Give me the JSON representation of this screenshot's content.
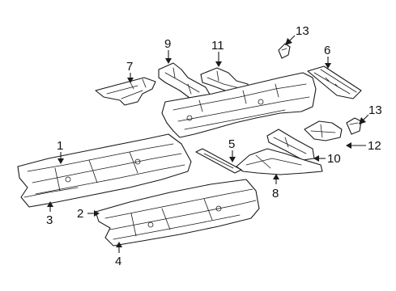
{
  "callouts": [
    {
      "id": "1",
      "label": "1"
    },
    {
      "id": "2",
      "label": "2"
    },
    {
      "id": "3",
      "label": "3"
    },
    {
      "id": "4",
      "label": "4"
    },
    {
      "id": "5",
      "label": "5"
    },
    {
      "id": "6",
      "label": "6"
    },
    {
      "id": "7",
      "label": "7"
    },
    {
      "id": "8",
      "label": "8"
    },
    {
      "id": "9",
      "label": "9"
    },
    {
      "id": "10",
      "label": "10"
    },
    {
      "id": "11",
      "label": "11"
    },
    {
      "id": "12",
      "label": "12"
    },
    {
      "id": "13a",
      "label": "13"
    },
    {
      "id": "13b",
      "label": "13"
    }
  ],
  "colors": {
    "line": "#1a1a1a",
    "background": "#ffffff"
  }
}
